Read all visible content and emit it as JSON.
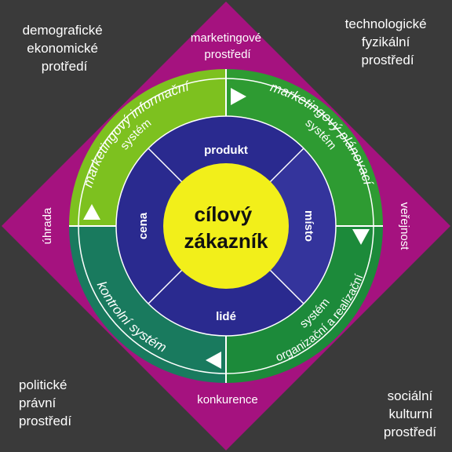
{
  "colors": {
    "background": "#3a3a3a",
    "diamond": "#a5127f",
    "ring_green_light": "#7dc11f",
    "ring_green": "#2e9b32",
    "ring_teal": "#197a5e",
    "ring_green_dark": "#1c8a3a",
    "inner_blue": "#2a2a8f",
    "inner_blue_light": "#34349c",
    "center": "#f2ef1a",
    "marker": "#ffffff"
  },
  "corners": {
    "top_left": [
      "demografické",
      "ekonomické",
      "protředí"
    ],
    "top_right": [
      "technologické",
      "fyzikální",
      "prostředí"
    ],
    "bottom_left": [
      "politické",
      "právní",
      "prostředí"
    ],
    "bottom_right": [
      "sociální",
      "kulturní",
      "prostředí"
    ]
  },
  "diamond_labels": {
    "top": [
      "marketingové",
      "prostředí"
    ],
    "left": "úhrada",
    "right": "veřejnost",
    "bottom": "konkurence"
  },
  "ring_labels": {
    "top_left": [
      "marketingový informační",
      "systém"
    ],
    "top_right": [
      "marketingový plánovací",
      "systém"
    ],
    "bottom_left": [
      "kontrolní systém"
    ],
    "bottom_right": [
      "organizační a realizační",
      "systém"
    ]
  },
  "inner_labels": {
    "top": "produkt",
    "left": "cena",
    "right": "místo",
    "bottom": "lidé"
  },
  "center_label": [
    "cílový",
    "zákazník"
  ]
}
